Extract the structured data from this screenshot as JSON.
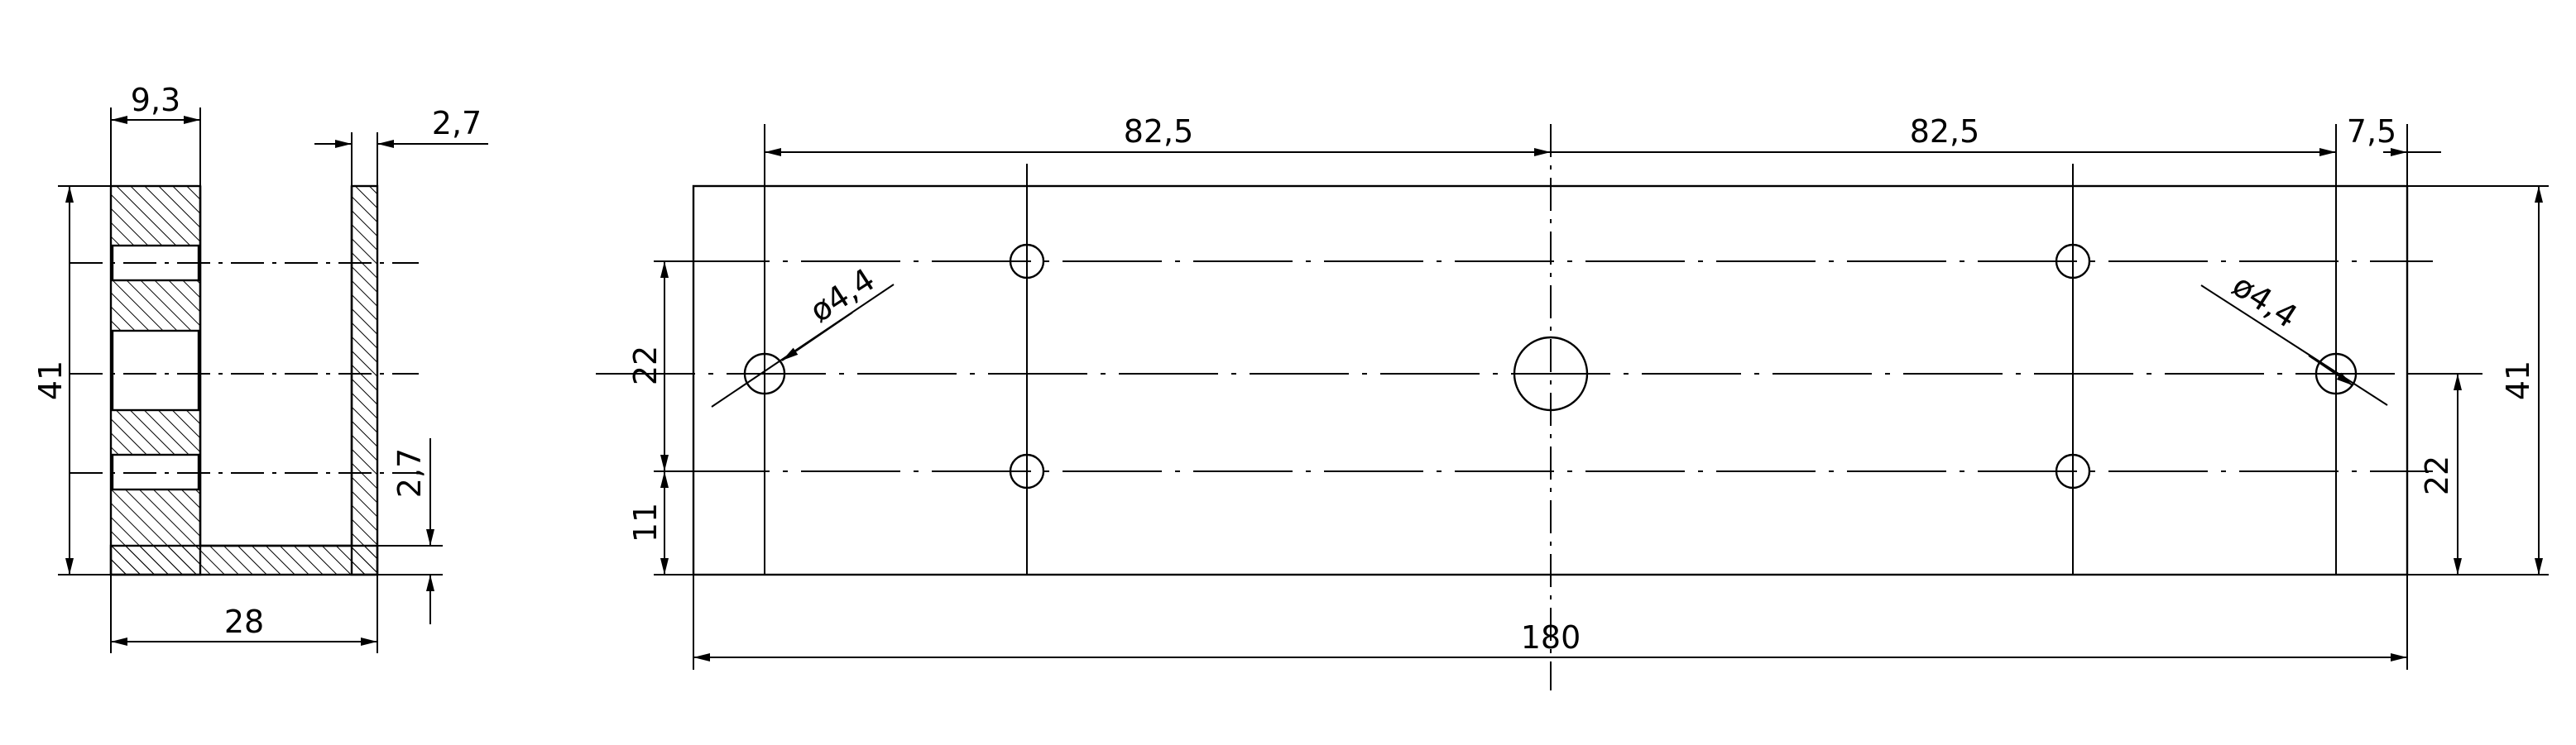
{
  "section_view": {
    "width_label": "9,3",
    "wall_label": "2,7",
    "height_label": "41",
    "base_thickness_label": "2,7",
    "total_width_label": "28"
  },
  "plan_view": {
    "left_spacing_label": "82,5",
    "right_spacing_label": "82,5",
    "edge_offset_label": "7,5",
    "left_hole_label": "ø4,4",
    "right_hole_label": "ø4,4",
    "left_vertical_spacing_label": "22",
    "left_lower_offset_label": "11",
    "right_vertical_spacing_label": "22",
    "right_height_label": "41",
    "total_length_label": "180"
  }
}
